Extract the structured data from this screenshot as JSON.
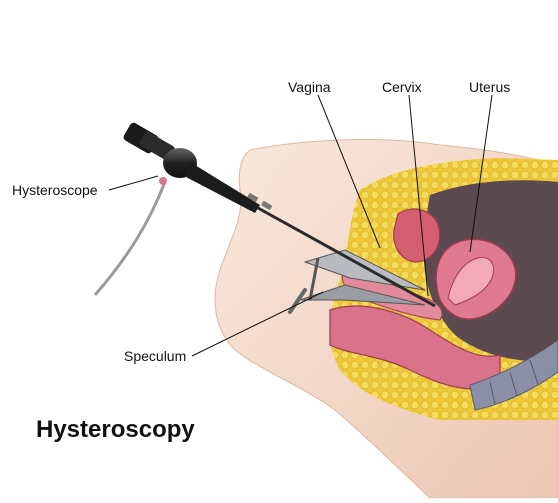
{
  "diagram": {
    "title": "Hysteroscopy",
    "labels": {
      "vagina": "Vagina",
      "cervix": "Cervix",
      "uterus": "Uterus",
      "hysteroscope": "Hysteroscope",
      "speculum": "Speculum"
    },
    "colors": {
      "skin": "#f3dccd",
      "skin_shadow": "#e3b9a3",
      "fat": "#f1cf3f",
      "muscle": "#d46a80",
      "uterus": "#e07a90",
      "cavity": "#5a4a4e",
      "bone": "#8a8fa6",
      "instrument": "#3a3a3a",
      "speculum": "#9a9da3"
    },
    "icons": {
      "hysteroscope": "hysteroscope-icon",
      "speculum": "speculum-icon"
    }
  }
}
